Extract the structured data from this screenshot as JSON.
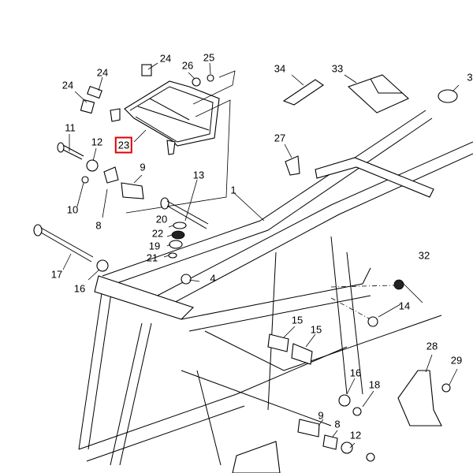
{
  "diagram": {
    "title": "Frame parts exploded view",
    "highlight_color": "#e00000",
    "highlighted_part": "23",
    "callouts": [
      {
        "id": "c1",
        "label": "1"
      },
      {
        "id": "c4",
        "label": "4"
      },
      {
        "id": "c8a",
        "label": "8"
      },
      {
        "id": "c8b",
        "label": "8"
      },
      {
        "id": "c9a",
        "label": "9"
      },
      {
        "id": "c9b",
        "label": "9"
      },
      {
        "id": "c10",
        "label": "10"
      },
      {
        "id": "c11",
        "label": "11"
      },
      {
        "id": "c12a",
        "label": "12"
      },
      {
        "id": "c12b",
        "label": "12"
      },
      {
        "id": "c13",
        "label": "13"
      },
      {
        "id": "c14",
        "label": "14"
      },
      {
        "id": "c15a",
        "label": "15"
      },
      {
        "id": "c15b",
        "label": "15"
      },
      {
        "id": "c16a",
        "label": "16"
      },
      {
        "id": "c16b",
        "label": "16"
      },
      {
        "id": "c17",
        "label": "17"
      },
      {
        "id": "c18",
        "label": "18"
      },
      {
        "id": "c19",
        "label": "19"
      },
      {
        "id": "c20",
        "label": "20"
      },
      {
        "id": "c21",
        "label": "21"
      },
      {
        "id": "c22",
        "label": "22"
      },
      {
        "id": "c23",
        "label": "23"
      },
      {
        "id": "c24a",
        "label": "24"
      },
      {
        "id": "c24b",
        "label": "24"
      },
      {
        "id": "c24c",
        "label": "24"
      },
      {
        "id": "c25",
        "label": "25"
      },
      {
        "id": "c26",
        "label": "26"
      },
      {
        "id": "c27",
        "label": "27"
      },
      {
        "id": "c28",
        "label": "28"
      },
      {
        "id": "c29",
        "label": "29"
      },
      {
        "id": "c32",
        "label": "32"
      },
      {
        "id": "c33",
        "label": "33"
      },
      {
        "id": "c34",
        "label": "34"
      },
      {
        "id": "c3x",
        "label": "3"
      }
    ]
  }
}
